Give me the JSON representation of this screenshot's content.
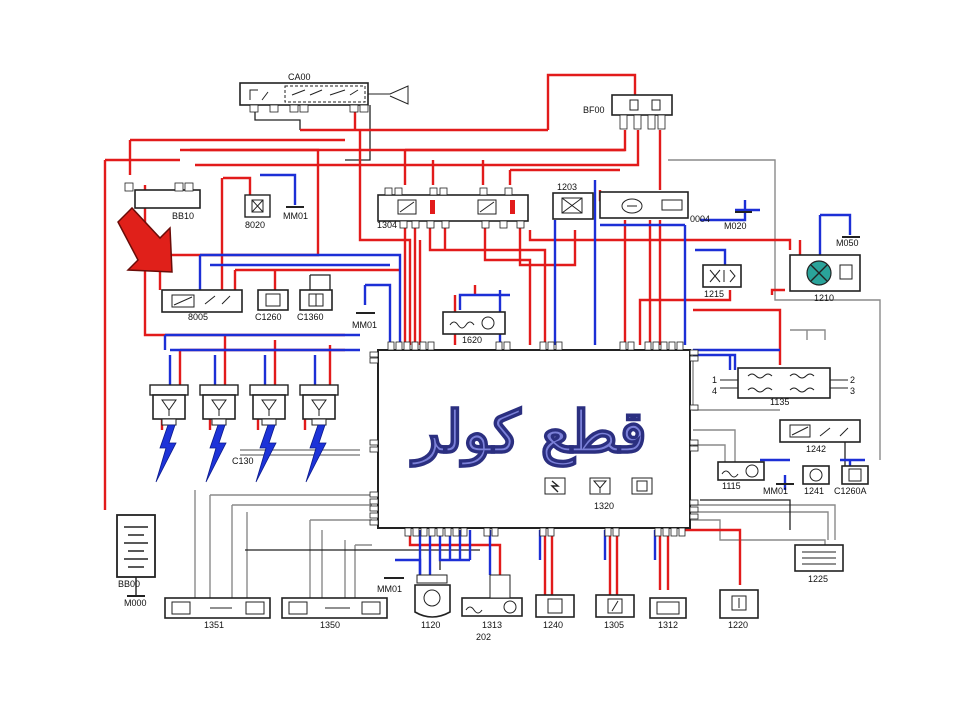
{
  "diagram": {
    "title_text": "قطع كولر",
    "sheet_number": "202",
    "colors": {
      "wire_red": "#e21b1b",
      "wire_blue": "#1c2fd6",
      "wire_black": "#222222",
      "wire_gray": "#8a8a8a",
      "arrow": "#e0201a",
      "title_fill": "#7b80d8",
      "title_stroke": "#2b2f80",
      "ecu_outline": "#222222",
      "spark": "#1d33d8",
      "lamp_green": "#2aa39a"
    },
    "components": {
      "ca00": "CA00",
      "bf00": "BF00",
      "bb10": "BB10",
      "c8020": "8020",
      "mm01_a": "MM01",
      "c1304": "1304",
      "c1203": "1203",
      "c0004": "0004",
      "m020": "M020",
      "m050": "M050",
      "c1215": "1215",
      "c1210": "1210",
      "c8005": "8005",
      "c1260": "C1260",
      "c1360": "C1360",
      "mm01_b": "MM01",
      "c1620": "1620",
      "c1135": "1135",
      "c1242": "1242",
      "c1115": "1115",
      "mm01_c": "MM01",
      "c1241": "1241",
      "c1260a": "C1260A",
      "c1320": "1320",
      "c130": "C130",
      "bb00": "BB00",
      "m000": "M000",
      "c1351": "1351",
      "c1350": "1350",
      "mm01_d": "MM01",
      "c1120": "1120",
      "c1313": "1313",
      "c1240": "1240",
      "c1305": "1305",
      "c1312": "1312",
      "c1220": "1220",
      "c1225": "1225"
    },
    "pins_1135": [
      "1",
      "4",
      "2",
      "3"
    ]
  }
}
